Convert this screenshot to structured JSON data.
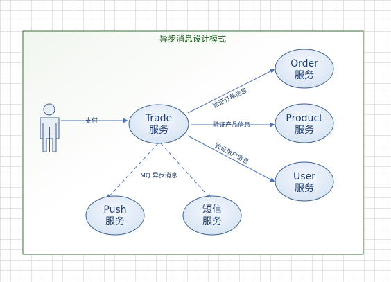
{
  "frame": {
    "title": "异步消息设计模式"
  },
  "nodes": {
    "trade": {
      "line1": "Trade",
      "line2": "服务"
    },
    "order": {
      "line1": "Order",
      "line2": "服务"
    },
    "product": {
      "line1": "Product",
      "line2": "服务"
    },
    "user": {
      "line1": "User",
      "line2": "服务"
    },
    "push": {
      "line1": "Push",
      "line2": "服务"
    },
    "sms": {
      "line1": "短信",
      "line2": "服务"
    }
  },
  "edges": {
    "pay": "支付",
    "verify_order": "验证订单信息",
    "verify_product": "验证产品信息",
    "verify_user": "验证用户信息",
    "mq_async": "MQ 异步消息"
  },
  "colors": {
    "frame_border": "#3a6e3a",
    "frame_fill": "#ffffff",
    "node_fill": "#dfe9f5",
    "node_stroke": "#3c5f8f",
    "edge": "#4d74b8",
    "text": "#1f3f6e"
  }
}
